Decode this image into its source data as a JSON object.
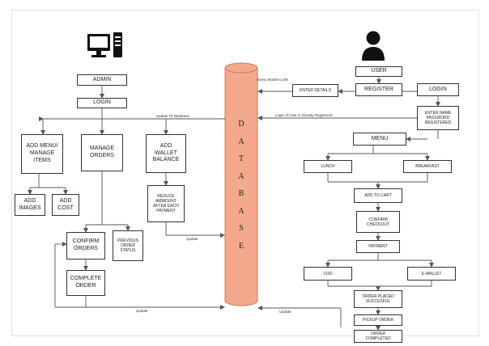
{
  "diagram": {
    "database": {
      "letters": [
        "D",
        "A",
        "T",
        "A",
        "B",
        "A",
        "S",
        "E"
      ],
      "fill": "#f4a98d",
      "stroke": "#c87b5f"
    },
    "icons": {
      "computer": "computer-icon",
      "user": "user-icon"
    },
    "nodes": {
      "admin": "ADMIN",
      "login_admin": "LOGIN",
      "add_menu": "ADD MENU/\nMANAGE\nITEMS",
      "manage_orders": "MANAGE\nORDERS",
      "add_wallet": "ADD\nWALLET\nBALANCE",
      "add_images": "ADD\nIMAGES",
      "add_cost": "ADD\nCOST",
      "reduce_amount": "REDUCE\nAMMOUNT\nAFTER EACH\nPAYMENT",
      "confirm_orders": "CONFIRM\nORDERS",
      "previous_status": "PREVIOUS\nORDER\nSTATUS",
      "complete_order": "COMPLETE\nORDER",
      "user": "USER",
      "register": "REGISTER",
      "login_user": "LOGIN",
      "enter_details": "ENTER DETAILS",
      "enter_name": "ENTER NAME\nPASSWORD\nREGISTERED",
      "menu": "MENU",
      "lunch": "LUNCH",
      "breakfast": "BREAKFAST",
      "add_to_cart": "ADD TO CART",
      "confirm_checkout": "CONFIRM\nCHECKOUT",
      "payment": "PAYMENT",
      "cod": "COD",
      "ewallet": "E-WALLET",
      "order_placed": "ORDER PLACED\nSUCCESFUL",
      "pickup_order": "PICKUP ORDER",
      "order_completed": "ORDER\nCOMPLETED"
    },
    "edge_labels": {
      "every_model": "Every Model to DB",
      "update_to_db": "Update To Database",
      "login_already": "Login of User is Already Registered",
      "update_wallet": "Update",
      "update_admin": "Update",
      "update_user": "Update"
    }
  }
}
